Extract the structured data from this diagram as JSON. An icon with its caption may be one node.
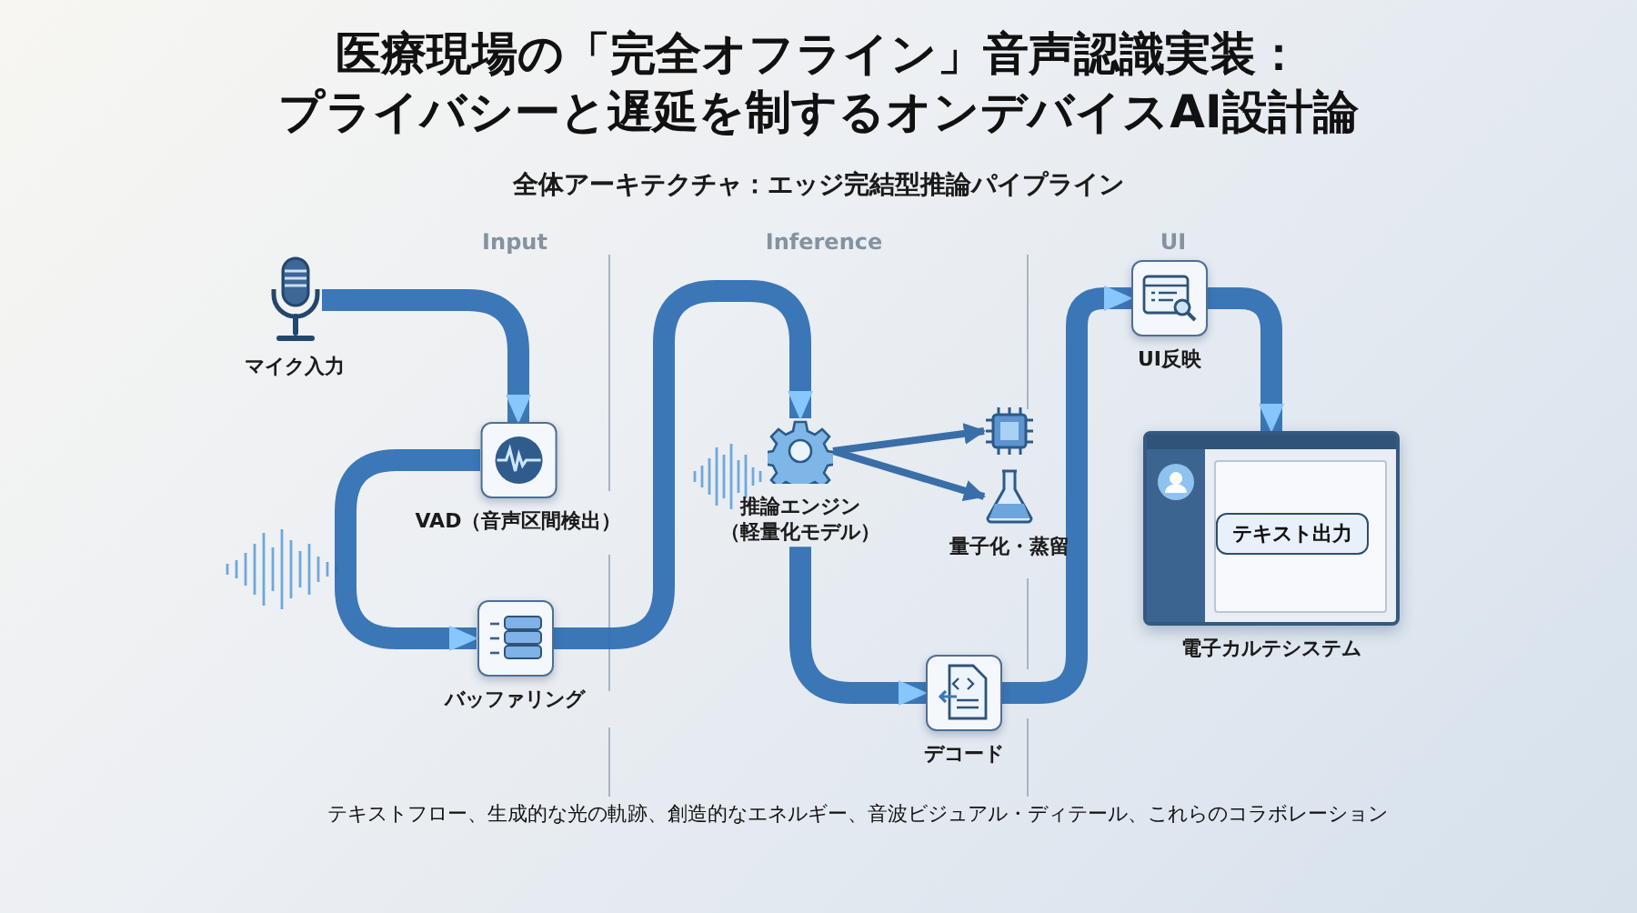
{
  "diagram": {
    "title": "医療現場の「完全オフライン」音声認識実装：プライバシーと遅延を制するオンデバイスAI設計論",
    "caption": "テキストフロー、生成的な光の軌跡、創造的なエネルギー、音波ビジュアル・ディテール、これらのコラボレーション",
    "nodes": [
      {
        "text": [
          "マイク入力"
        ]
      },
      {
        "text": [
          "VAD（音声区間検出）"
        ]
      },
      {
        "text": [
          "バッファリング"
        ]
      },
      {
        "text": [
          "推論エンジン（軽量化モデル）"
        ]
      },
      {
        "text": [],
        "shape": "picture"
      },
      {
        "text": [
          "量子化・蒸留"
        ]
      },
      {
        "text": [
          "デコード"
        ]
      },
      {
        "text": [
          "UI反映"
        ]
      },
      {
        "text": [
          "電子カルテシステム"
        ]
      },
      {
        "text": [
          "テキスト出力"
        ],
        "in": 8
      }
    ],
    "edges": [
      {
        "from": 0,
        "to": 1,
        "arrow": "to"
      },
      {
        "from": 1,
        "to": 2,
        "arrow": "to"
      },
      {
        "from": 2,
        "to": 3,
        "arrow": "to"
      },
      {
        "from": 3,
        "to": 4,
        "arrow": "to"
      },
      {
        "from": 3,
        "to": 5,
        "arrow": "to"
      },
      {
        "from": 3,
        "to": 6,
        "arrow": "to"
      },
      {
        "from": 6,
        "to": 7,
        "arrow": "to"
      },
      {
        "from": 7,
        "to": 8,
        "arrow": "to"
      }
    ],
    "labels": [
      "全体アーキテクチャ：エッジ完結型推論パイプライン",
      "Input",
      "Inference",
      "UI"
    ]
  }
}
